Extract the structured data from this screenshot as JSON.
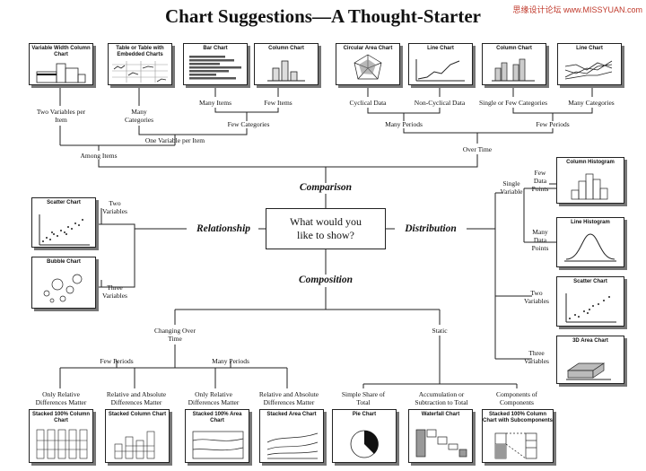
{
  "title": "Chart Suggestions—A Thought-Starter",
  "watermark": "思缘设计论坛 www.MISSYUAN.com",
  "center": {
    "line1": "What would you",
    "line2": "like to show?"
  },
  "categories": {
    "comparison": "Comparison",
    "relationship": "Relationship",
    "distribution": "Distribution",
    "composition": "Composition"
  },
  "cards": {
    "variable_width": "Variable Width Column Chart",
    "table_embedded": "Table or Table with Embedded Charts",
    "bar_chart": "Bar Chart",
    "column_chart_1": "Column Chart",
    "circular_area": "Circular Area Chart",
    "line_chart_1": "Line Chart",
    "column_chart_2": "Column Chart",
    "line_chart_2": "Line Chart",
    "scatter_left": "Scatter Chart",
    "bubble": "Bubble Chart",
    "column_histogram": "Column Histogram",
    "line_histogram": "Line Histogram",
    "scatter_right": "Scatter Chart",
    "area_3d": "3D Area Chart",
    "stacked_100_column": "Stacked 100% Column Chart",
    "stacked_column": "Stacked Column Chart",
    "stacked_100_area": "Stacked 100% Area Chart",
    "stacked_area": "Stacked Area Chart",
    "pie": "Pie Chart",
    "waterfall": "Waterfall Chart",
    "stacked_100_sub": "Stacked 100% Column Chart with Subcomponents"
  },
  "labels": {
    "two_vars_per_item": "Two Variables per Item",
    "many_categories": "Many Categories",
    "many_items": "Many Items",
    "few_items": "Few Items",
    "cyclical_data": "Cyclical Data",
    "non_cyclical_data": "Non-Cyclical Data",
    "single_or_few_cat": "Single or Few Categories",
    "many_categories_2": "Many Categories",
    "few_categories": "Few Categories",
    "many_periods": "Many Periods",
    "few_periods": "Few Periods",
    "one_var_per_item": "One Variable per Item",
    "among_items": "Among Items",
    "over_time": "Over Time",
    "two_variables_rel": "Two Variables",
    "three_variables_rel": "Three Variables",
    "single_variable": "Single Variable",
    "few_data_points": "Few Data Points",
    "many_data_points": "Many Data Points",
    "two_variables_dist": "Two Variables",
    "three_variables_dist": "Three Variables",
    "changing_over_time": "Changing Over Time",
    "static": "Static",
    "few_periods_comp": "Few Periods",
    "many_periods_comp": "Many Periods",
    "only_relative_1": "Only Relative Differences Matter",
    "relative_absolute_1": "Relative and Absolute Differences Matter",
    "only_relative_2": "Only Relative Differences Matter",
    "relative_absolute_2": "Relative and Absolute Differences Matter",
    "simple_share": "Simple Share of Total",
    "accumulation": "Accumulation or Subtraction to Total",
    "components_of": "Components of Components"
  }
}
